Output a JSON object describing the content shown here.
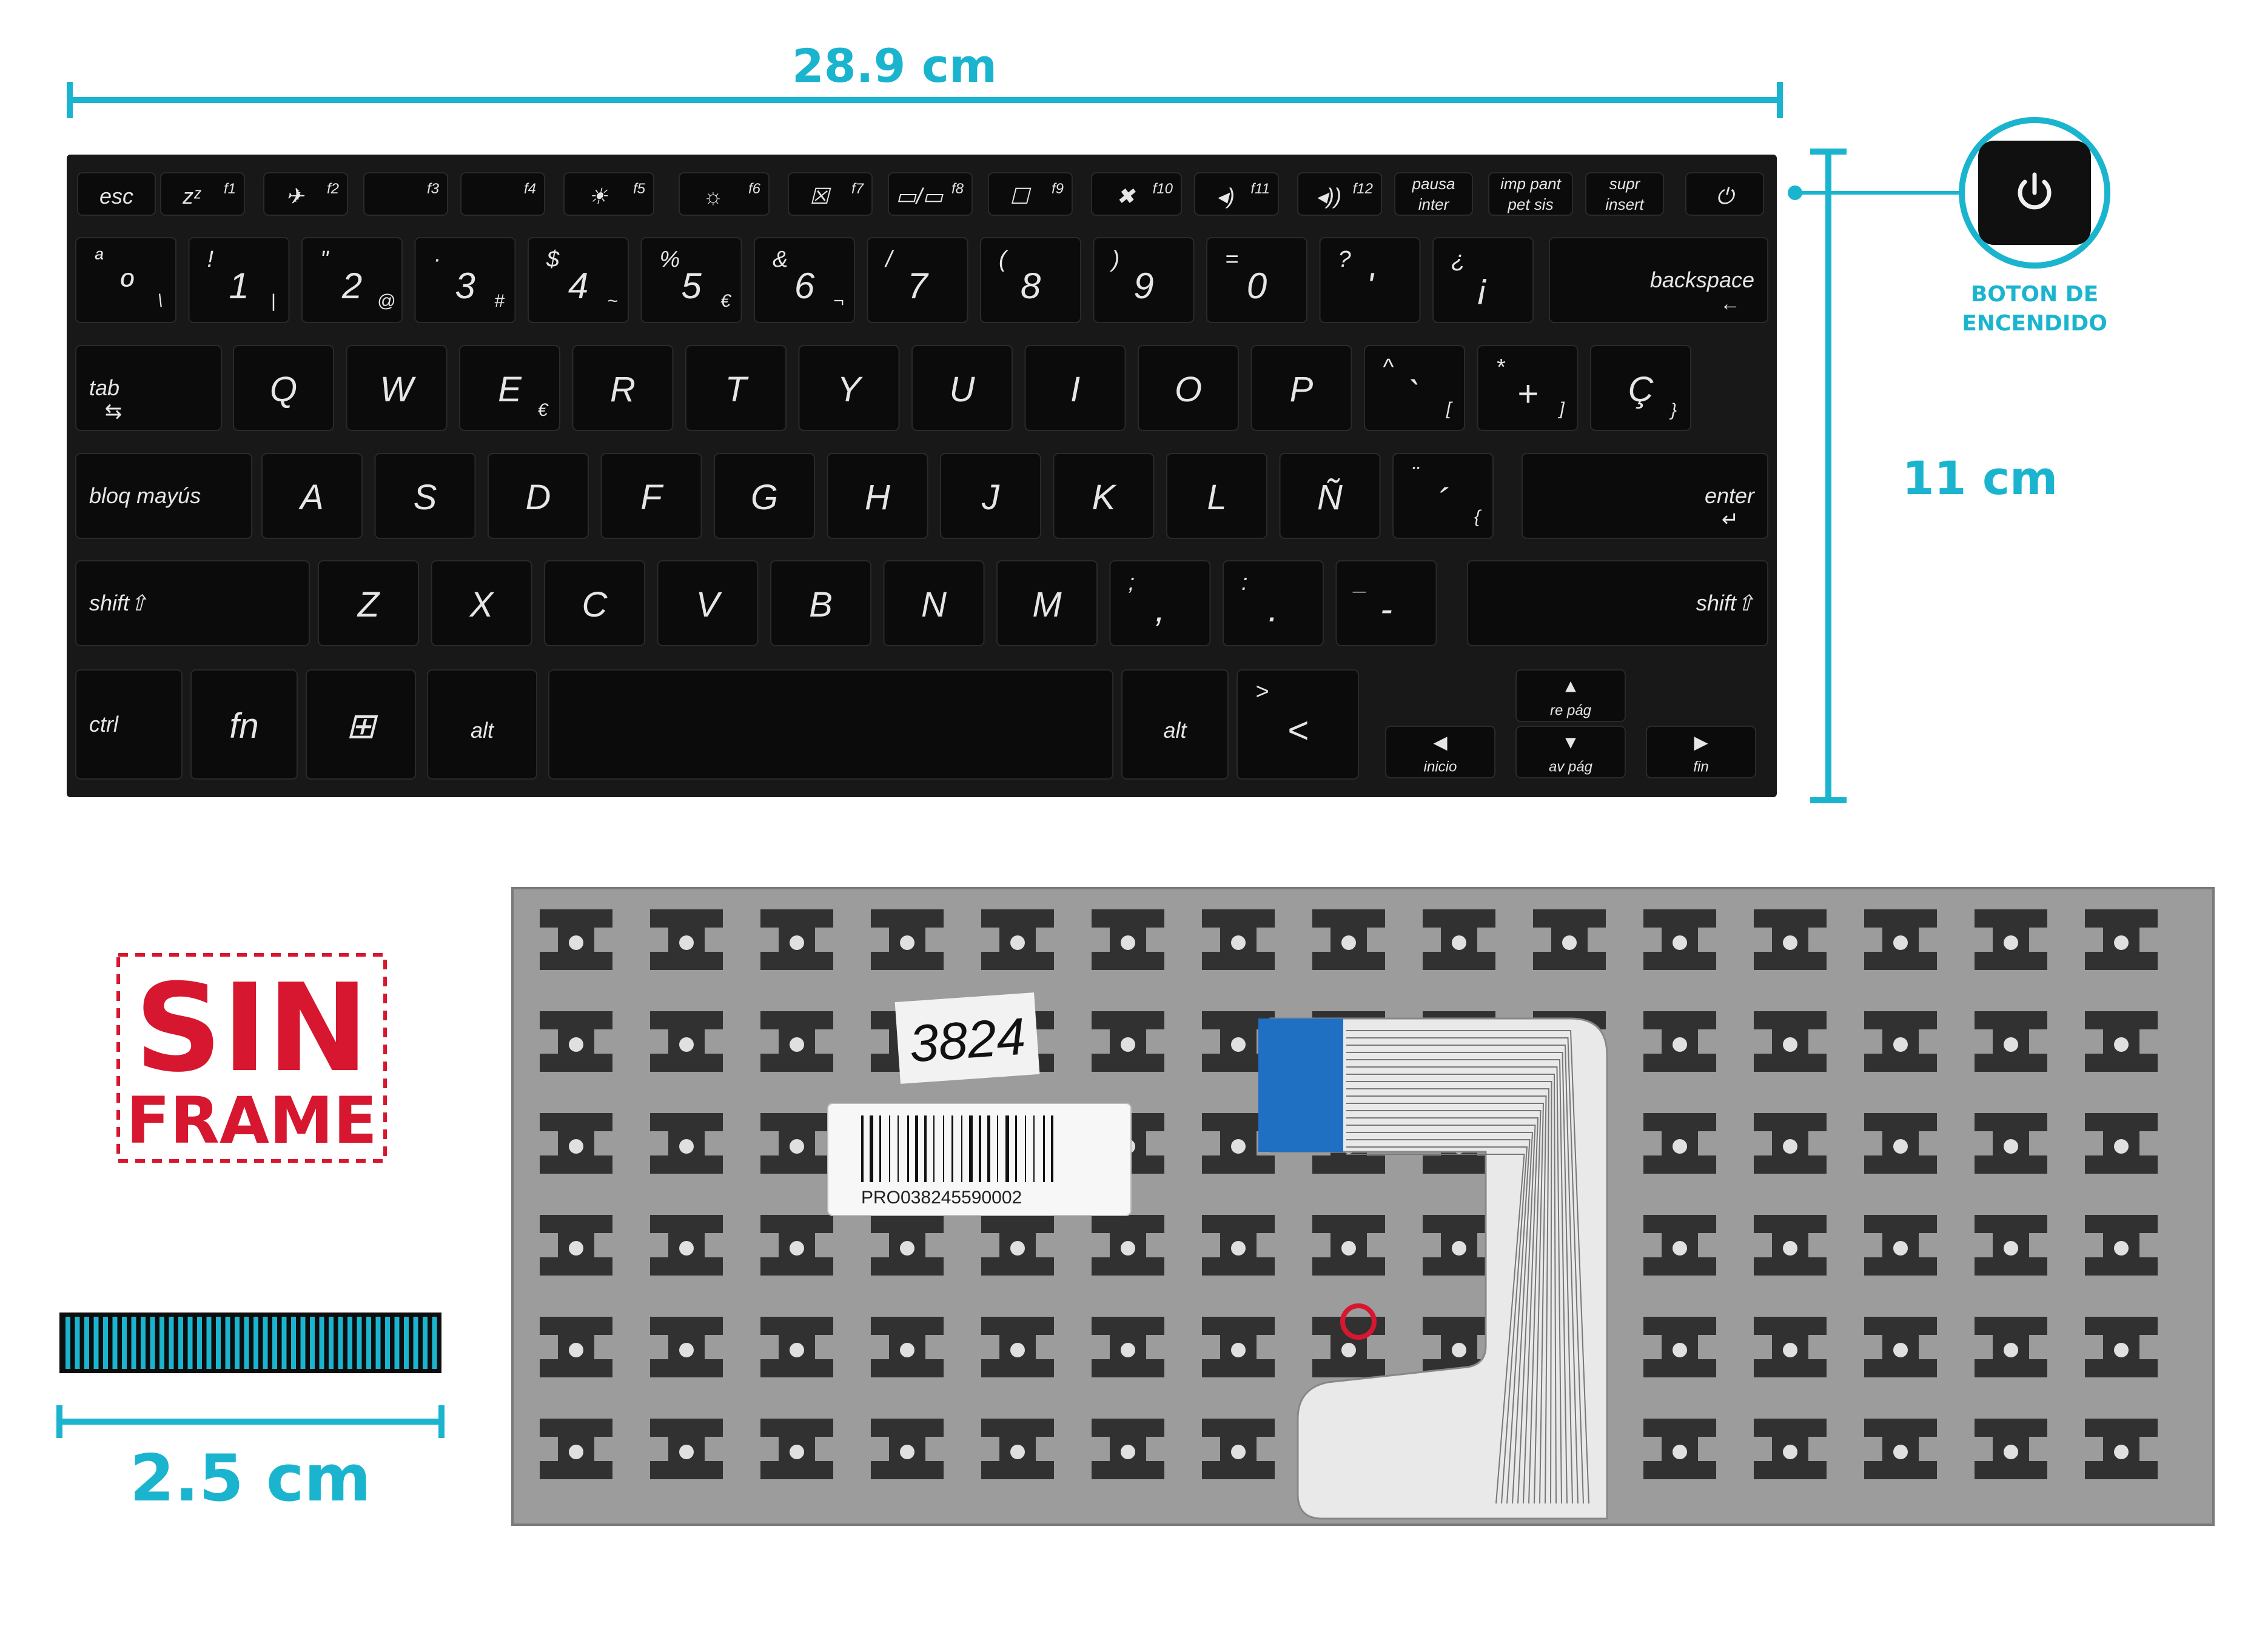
{
  "colors": {
    "accent": "#1bb4cf",
    "keyboard_body": "#181818",
    "key_cap": "#0b0b0b",
    "key_legend": "#e6e6e6",
    "back_plate": "#9a9a9a",
    "badge_red": "#d6172f",
    "ribbon_blue": "#1f6fc2"
  },
  "dimensions": {
    "width_label": "28.9 cm",
    "height_label": "11 cm",
    "connector_label": "2.5 cm"
  },
  "power_button": {
    "caption_line1": "BOTON DE",
    "caption_line2": "ENCENDIDO",
    "icon": "power-icon"
  },
  "badge": {
    "line1": "SIN",
    "line2": "FRAME"
  },
  "back_side": {
    "handwritten_tag": "3824",
    "barcode_text": "PRO038245590002"
  },
  "keyboard": {
    "row_fn": [
      {
        "main": "esc"
      },
      {
        "main": "zᶻ",
        "sub": "f1"
      },
      {
        "main": "✈",
        "sub": "f2"
      },
      {
        "main": "",
        "sub": "f3"
      },
      {
        "main": "",
        "sub": "f4"
      },
      {
        "main": "☀",
        "sub": "f5"
      },
      {
        "main": "☼",
        "sub": "f6"
      },
      {
        "main": "☒",
        "sub": "f7"
      },
      {
        "main": "▭/▭",
        "sub": "f8"
      },
      {
        "main": "☐",
        "sub": "f9"
      },
      {
        "main": "✖",
        "sub": "f10"
      },
      {
        "main": "◂)",
        "sub": "f11"
      },
      {
        "main": "◂))",
        "sub": "f12"
      },
      {
        "main": "pausa",
        "main2": "inter"
      },
      {
        "main": "imp pant",
        "main2": "pet sis"
      },
      {
        "main": "supr",
        "main2": "insert"
      },
      {
        "main": "⏻"
      }
    ],
    "row_num": [
      {
        "top": "ª",
        "main": "º",
        "side": "\\"
      },
      {
        "top": "!",
        "main": "1",
        "side": "|"
      },
      {
        "top": "\"",
        "main": "2",
        "side": "@"
      },
      {
        "top": "·",
        "main": "3",
        "side": "#"
      },
      {
        "top": "$",
        "main": "4",
        "side": "~"
      },
      {
        "top": "%",
        "main": "5",
        "side": "€"
      },
      {
        "top": "&",
        "main": "6",
        "side": "¬"
      },
      {
        "top": "/",
        "main": "7",
        "side": ""
      },
      {
        "top": "(",
        "main": "8",
        "side": ""
      },
      {
        "top": ")",
        "main": "9",
        "side": ""
      },
      {
        "top": "=",
        "main": "0",
        "side": ""
      },
      {
        "top": "?",
        "main": "'",
        "side": ""
      },
      {
        "top": "¿",
        "main": "¡",
        "side": ""
      },
      {
        "main": "backspace",
        "arrow": "←"
      }
    ],
    "row_q": [
      {
        "main": "tab",
        "arrow": "⇆"
      },
      {
        "main": "Q"
      },
      {
        "main": "W"
      },
      {
        "main": "E",
        "side": "€"
      },
      {
        "main": "R"
      },
      {
        "main": "T"
      },
      {
        "main": "Y"
      },
      {
        "main": "U"
      },
      {
        "main": "I"
      },
      {
        "main": "O"
      },
      {
        "main": "P"
      },
      {
        "top": "^",
        "main": "`",
        "side": "["
      },
      {
        "top": "*",
        "main": "+",
        "side": "]"
      },
      {
        "main": "Ç",
        "side": "}"
      }
    ],
    "row_a": [
      {
        "main": "bloq mayús"
      },
      {
        "main": "A"
      },
      {
        "main": "S"
      },
      {
        "main": "D"
      },
      {
        "main": "F"
      },
      {
        "main": "G"
      },
      {
        "main": "H"
      },
      {
        "main": "J"
      },
      {
        "main": "K"
      },
      {
        "main": "L"
      },
      {
        "main": "Ñ"
      },
      {
        "top": "¨",
        "main": "´",
        "side": "{"
      },
      {
        "main": "enter",
        "arrow": "↵"
      }
    ],
    "row_z": [
      {
        "main": "shift⇧"
      },
      {
        "main": "Z"
      },
      {
        "main": "X"
      },
      {
        "main": "C"
      },
      {
        "main": "V"
      },
      {
        "main": "B"
      },
      {
        "main": "N"
      },
      {
        "main": "M"
      },
      {
        "top": ";",
        "main": ","
      },
      {
        "top": ":",
        "main": "."
      },
      {
        "top": "_",
        "main": "-"
      },
      {
        "main": "shift⇧"
      }
    ],
    "row_bottom": [
      {
        "main": "ctrl"
      },
      {
        "main": "fn"
      },
      {
        "main": "⊞"
      },
      {
        "main": "alt"
      },
      {
        "main": ""
      },
      {
        "main": "alt"
      },
      {
        "top": ">",
        "main": "<"
      }
    ],
    "arrows": {
      "up": "re pág",
      "left": "inicio",
      "down": "av pág",
      "right": "fin"
    }
  }
}
